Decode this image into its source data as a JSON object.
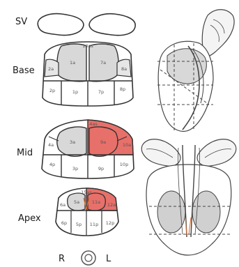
{
  "labels": {
    "sv": "SV",
    "base": "Base",
    "mid": "Mid",
    "apex": "Apex",
    "right": "R",
    "left": "L"
  },
  "base_zones": {
    "z13as": "13as",
    "z1a": "1a",
    "z7a": "7a",
    "z2a": "2a",
    "z8a": "8a",
    "z2p": "2p",
    "z1p": "1p",
    "z7p": "7p",
    "z8p": "8p"
  },
  "mid_zones": {
    "z14as": "14as",
    "z3a": "3a",
    "z9a": "9a",
    "z4a": "4a",
    "z10a": "10a",
    "z4p": "4p",
    "z3p": "3p",
    "z9p": "9p",
    "z10p": "10p"
  },
  "apex_zones": {
    "z15as": "15as",
    "z5a": "5a",
    "z11a": "11a",
    "z6a": "6a",
    "z12a": "12a",
    "z6p": "6p",
    "z5p": "5p",
    "z11p": "11p",
    "z12p": "12p"
  },
  "colors": {
    "lesion": "#e8706a",
    "gland": "#d8d8d8",
    "outline": "#333333"
  }
}
